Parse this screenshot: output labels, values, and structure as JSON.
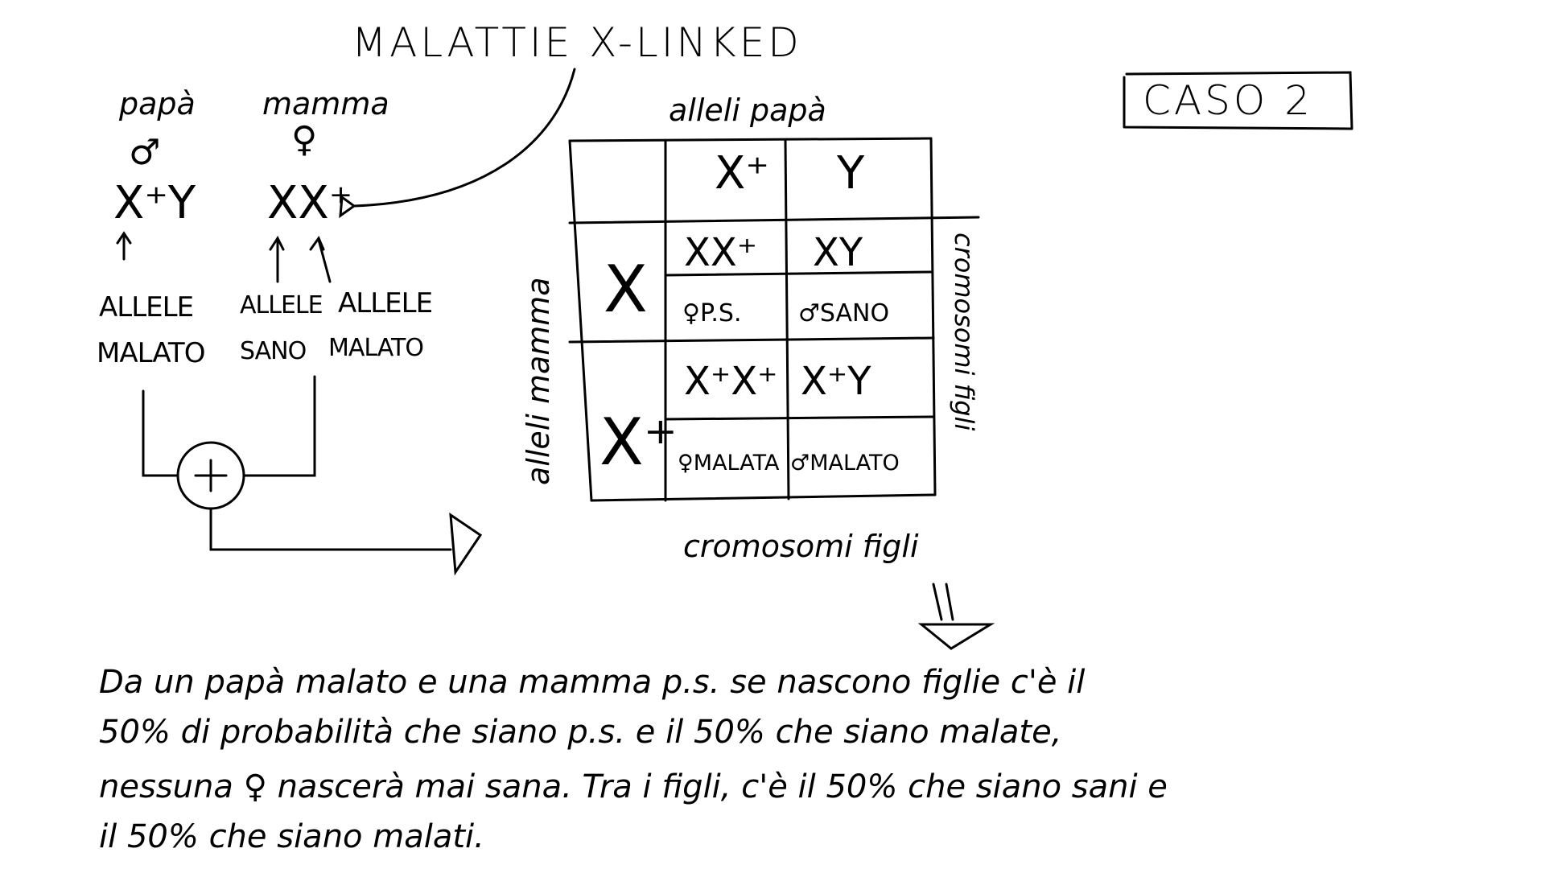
{
  "title": "MALATTIE X-LINKED",
  "case_label": "CASO 2",
  "parents": {
    "father": {
      "label": "papà",
      "symbol": "♂",
      "genotype": "X⁺Y"
    },
    "mother": {
      "label": "mamma",
      "symbol": "♀",
      "genotype": "XX⁺"
    }
  },
  "allele_labels": {
    "father_allele": [
      "ALLELE",
      "MALATO"
    ],
    "mother_allele_1": [
      "ALLELE",
      "SANO"
    ],
    "mother_allele_2": [
      "ALLELE",
      "MALATO"
    ]
  },
  "combine_symbol": "+",
  "punnett": {
    "top_label": "alleli papà",
    "left_label": "alleli mamma",
    "right_label": "cromosomi figli",
    "bottom_label": "cromosomi figli",
    "col_headers": [
      "X⁺",
      "Y"
    ],
    "row_headers": [
      "X",
      "X⁺"
    ],
    "cells": [
      [
        {
          "genotype": "XX⁺",
          "phenotype": "♀P.S."
        },
        {
          "genotype": "XY",
          "phenotype": "♂SANO"
        }
      ],
      [
        {
          "genotype": "X⁺X⁺",
          "phenotype": "♀MALATA"
        },
        {
          "genotype": "X⁺Y",
          "phenotype": "♂MALATO"
        }
      ]
    ]
  },
  "conclusion": [
    "Da un papà malato e una mamma p.s. se nascono figlie c'è il",
    "50% di probabilità che siano p.s. e il 50% che siano malate,",
    "nessuna ♀ nascerà mai sana. Tra i figli, c'è il 50% che siano sani e",
    "il 50% che siano malati."
  ]
}
